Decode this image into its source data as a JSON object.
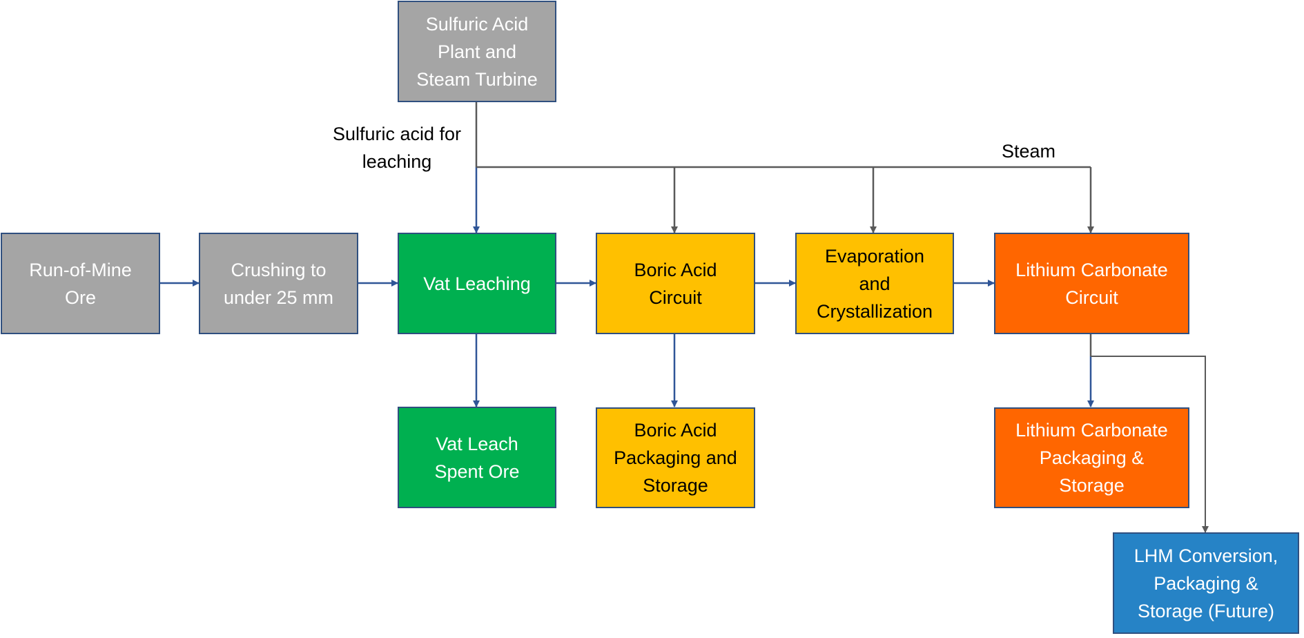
{
  "diagram": {
    "nodes": {
      "sulfuric_plant": "Sulfuric Acid\nPlant and\nSteam Turbine",
      "run_of_mine": "Run-of-Mine\nOre",
      "crushing": "Crushing to\nunder 25 mm",
      "vat_leaching": "Vat Leaching",
      "boric_circuit": "Boric Acid\nCircuit",
      "evaporation": "Evaporation\nand\nCrystallization",
      "lithium_circuit": "Lithium Carbonate\nCircuit",
      "vat_spent_ore": "Vat Leach\nSpent Ore",
      "boric_packaging": "Boric Acid\nPackaging and\nStorage",
      "lithium_packaging": "Lithium Carbonate\nPackaging &\nStorage",
      "lhm_conversion": "LHM Conversion,\nPackaging &\nStorage (Future)"
    },
    "labels": {
      "sulfuric_acid": "Sulfuric acid for\nleaching",
      "steam": "Steam"
    },
    "colors": {
      "gray": "#A5A5A5",
      "green": "#00B050",
      "yellow": "#FFC000",
      "orange": "#FF6600",
      "blue": "#2683C6",
      "flow_arrow": "#2F5597",
      "steam_arrow": "#595959"
    },
    "edges": [
      {
        "from": "run_of_mine",
        "to": "crushing",
        "type": "flow"
      },
      {
        "from": "crushing",
        "to": "vat_leaching",
        "type": "flow"
      },
      {
        "from": "vat_leaching",
        "to": "boric_circuit",
        "type": "flow"
      },
      {
        "from": "boric_circuit",
        "to": "evaporation",
        "type": "flow"
      },
      {
        "from": "evaporation",
        "to": "lithium_circuit",
        "type": "flow"
      },
      {
        "from": "sulfuric_plant",
        "to": "vat_leaching",
        "type": "flow",
        "label": "Sulfuric acid for leaching"
      },
      {
        "from": "sulfuric_plant",
        "to": "boric_circuit",
        "type": "steam",
        "label": "Steam"
      },
      {
        "from": "sulfuric_plant",
        "to": "evaporation",
        "type": "steam"
      },
      {
        "from": "sulfuric_plant",
        "to": "lithium_circuit",
        "type": "steam"
      },
      {
        "from": "vat_leaching",
        "to": "vat_spent_ore",
        "type": "flow"
      },
      {
        "from": "boric_circuit",
        "to": "boric_packaging",
        "type": "flow"
      },
      {
        "from": "lithium_circuit",
        "to": "lithium_packaging",
        "type": "flow"
      },
      {
        "from": "lithium_circuit",
        "to": "lhm_conversion",
        "type": "steam"
      }
    ]
  }
}
